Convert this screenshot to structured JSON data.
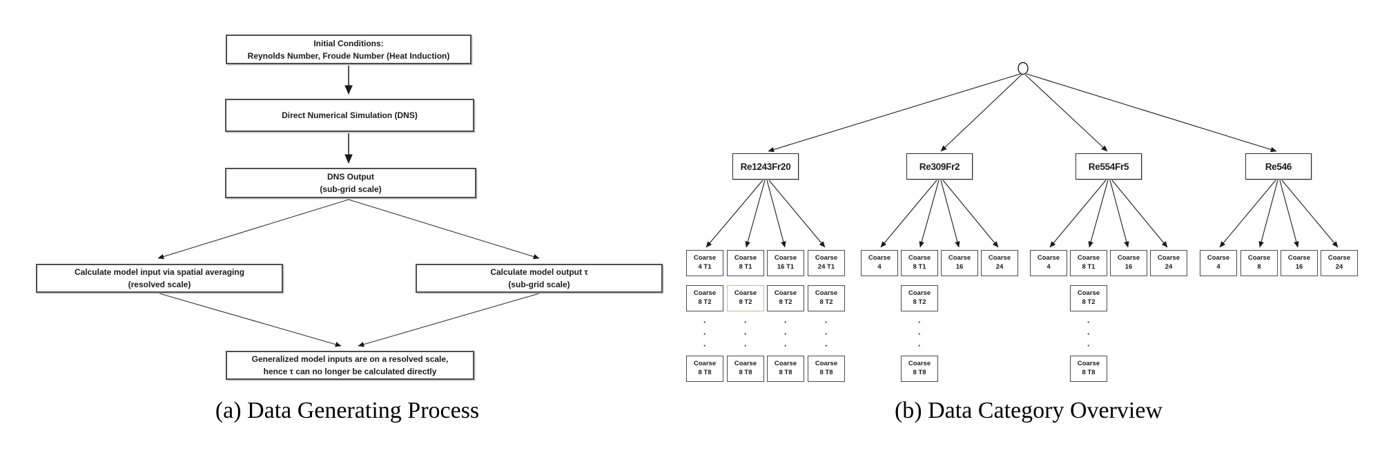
{
  "panel_a": {
    "caption": "(a) Data Generating Process",
    "boxes": {
      "initial": {
        "line1": "Initial Conditions:",
        "line2": "Reynolds Number, Froude Number (Heat Induction)"
      },
      "dns": {
        "line1": "Direct Numerical Simulation (DNS)"
      },
      "dns_output": {
        "line1": "DNS Output",
        "line2": "(sub-grid scale)"
      },
      "model_input": {
        "line1": "Calculate model input via spatial averaging",
        "line2": "(resolved scale)"
      },
      "model_output": {
        "line1": "Calculate model output τ",
        "line2": "(sub-grid scale)"
      },
      "generalized": {
        "line1": "Generalized model inputs are on a resolved scale,",
        "line2": "hence τ can no longer be calculated directly"
      }
    }
  },
  "panel_b": {
    "caption": "(b) Data Category Overview",
    "coarse": "Coarse",
    "dots": "·\n·\n·",
    "highlight_border_color": "#d9b38c",
    "groups": [
      {
        "label": "Re1243Fr20",
        "row1": [
          "4 T1",
          "8 T1",
          "16 T1",
          "24 T1"
        ],
        "row2": [
          "8 T2",
          "8 T2",
          "8 T2",
          "8 T2"
        ],
        "row3": [
          "8 T8",
          "8 T8",
          "8 T8",
          "8 T8"
        ]
      },
      {
        "label": "Re309Fr2",
        "row1": [
          "4",
          "8 T1",
          "16",
          "24"
        ],
        "row2": [
          "8 T2"
        ],
        "row3": [
          "8 T8"
        ]
      },
      {
        "label": "Re554Fr5",
        "row1": [
          "4",
          "8 T1",
          "16",
          "24"
        ],
        "row2": [
          "8 T2"
        ],
        "row3": [
          "8 T8"
        ]
      },
      {
        "label": "Re546",
        "row1": [
          "4",
          "8",
          "16",
          "24"
        ]
      }
    ]
  },
  "colors": {
    "line": "#1a1a1a",
    "flow_border": "#4d4d4d"
  }
}
